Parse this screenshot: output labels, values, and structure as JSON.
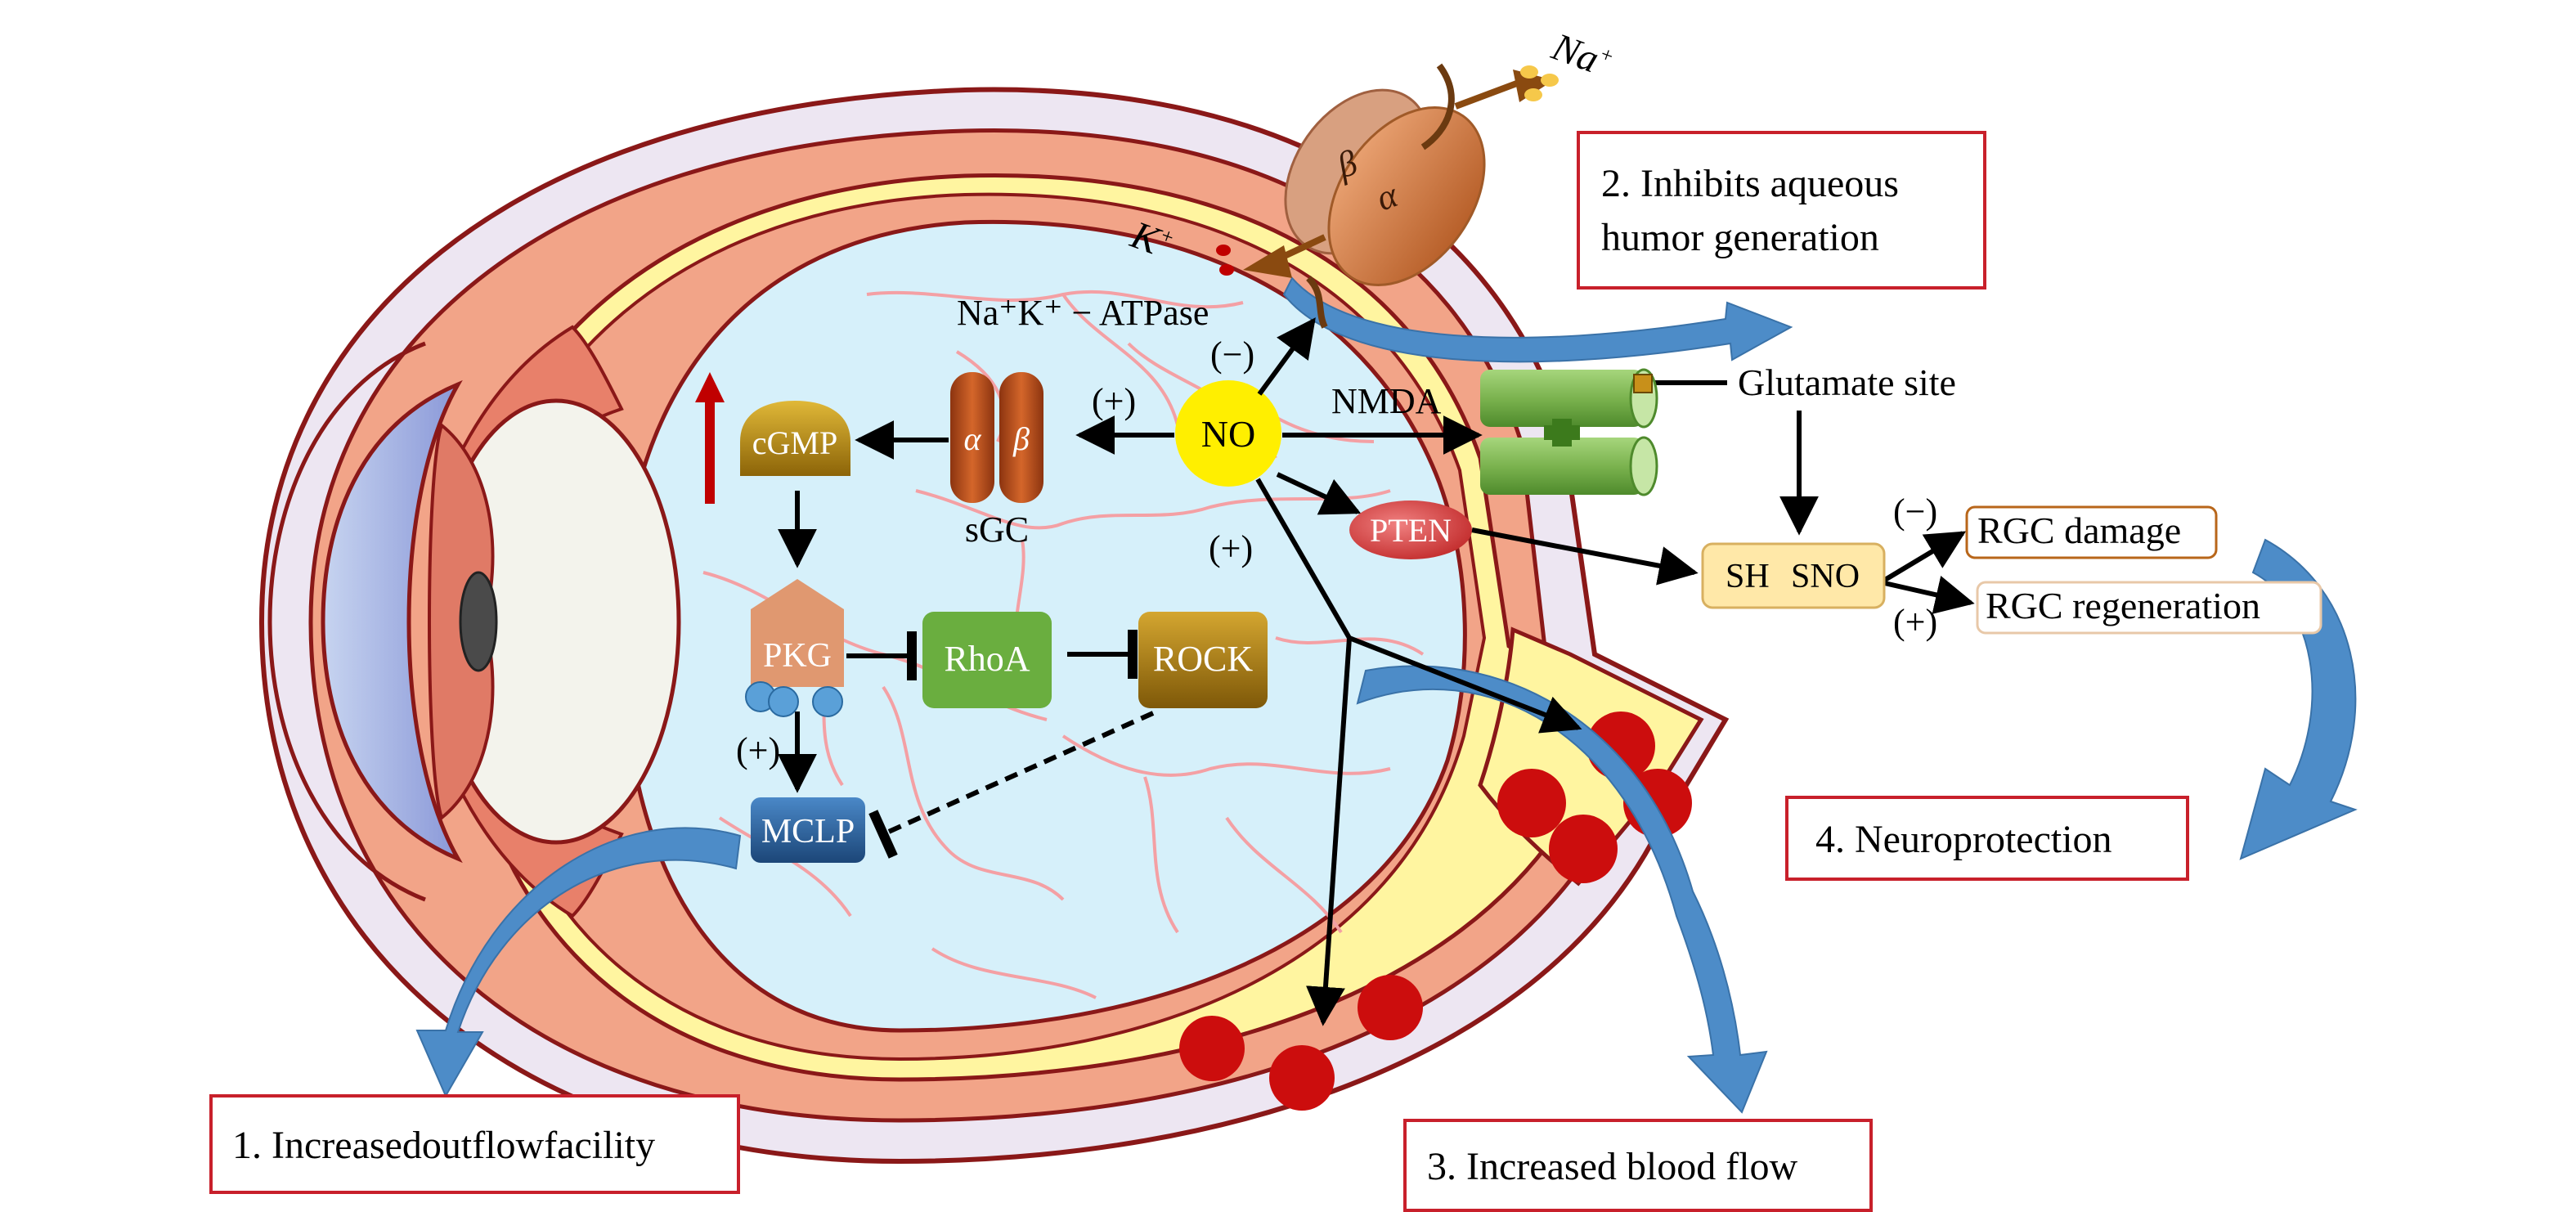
{
  "labels": {
    "na_ion": "Na",
    "na_sup": "+",
    "k_ion": "K",
    "k_sup": "+",
    "beta": "β",
    "alpha": "α",
    "atpase": "Na⁺K⁺ − ATPase",
    "minus_atpase": "(−)",
    "plus_sgc": "(+)",
    "nmda": "NMDA",
    "no": "NO",
    "glutamate": "Glutamate site",
    "cgmp": "cGMP",
    "sgc_alpha": "α",
    "sgc_beta": "β",
    "sgc": "sGC",
    "pten": "PTEN",
    "plus_no": "(+)",
    "sh": "SH",
    "sno": "SNO",
    "minus_rgc": "(−)",
    "plus_rgc": "(+)",
    "rgc_damage": "RGC damage",
    "rgc_regen": "RGC regeneration",
    "pkg": "PKG",
    "rhoa": "RhoA",
    "rock": "ROCK",
    "plus_pkg": "(+)",
    "mclp": "MCLP"
  },
  "effects": {
    "e1": "1. Increasedoutflowfacility",
    "e2_line1": "2. Inhibits aqueous",
    "e2_line2": "humor generation",
    "e3": "3. Increased blood flow",
    "e4": "4. Neuroprotection"
  },
  "colors": {
    "box_border": "#c8202b",
    "vitreous": "#d6f0fa",
    "sclera": "#ede6f2",
    "choroid": "#f2a488",
    "no_fill": "#ffef00",
    "blood": "#cc0d0d",
    "curved_arrow": "#4d8cc8",
    "rhoa": "#6aae3f",
    "rock": "#a9780c",
    "pten": "#d84040",
    "mclp": "#2c5f96",
    "pkg": "#e09870",
    "cgmp": "#b88c10",
    "sgc": "#b8501a",
    "sh_sno": "#ffe8a8",
    "nmda": "#7bb34f"
  }
}
